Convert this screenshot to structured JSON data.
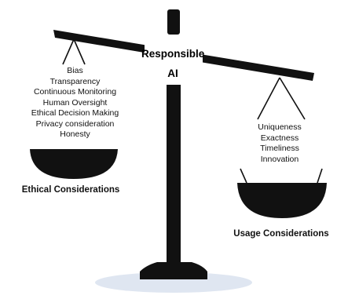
{
  "title": {
    "line1": "Responsible",
    "line2": "AI"
  },
  "left_pan": {
    "items": [
      "Bias",
      "Transparency",
      "Continuous Monitoring",
      "Human Oversight",
      "Ethical Decision Making",
      "Privacy consideration",
      "Honesty"
    ],
    "caption": "Ethical Considerations"
  },
  "right_pan": {
    "items": [
      "Uniqueness",
      "Exactness",
      "Timeliness",
      "Innovation"
    ],
    "caption": "Usage Considerations"
  },
  "colors": {
    "ink": "#111111",
    "base_shadow": "#dfe6f1",
    "background": "#ffffff"
  }
}
